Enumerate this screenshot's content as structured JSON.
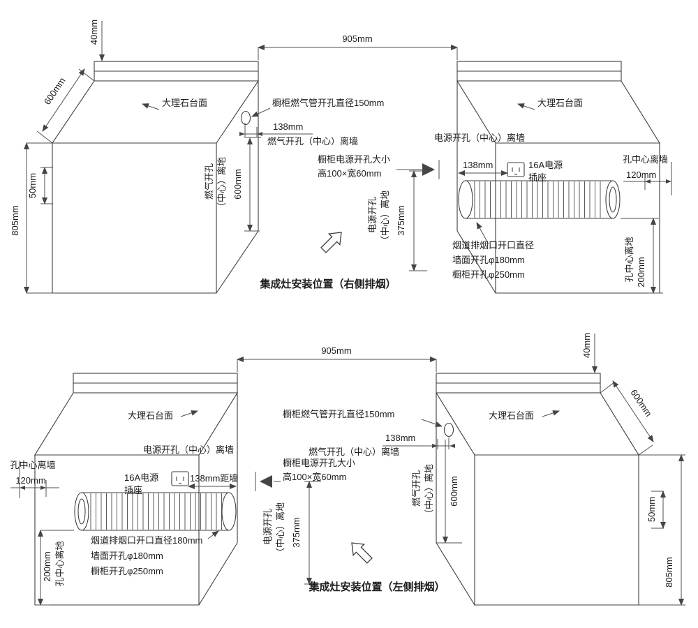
{
  "top_diagram": {
    "caption": "集成灶安装位置（右侧排烟）",
    "gap": "905mm",
    "counter_thickness": "40mm",
    "counter_depth": "600mm",
    "counter_height": "805mm",
    "side_gap": "50mm",
    "marble_left": "大理石台面",
    "marble_right": "大理石台面",
    "gas_note": "橱柜燃气管开孔直径150mm",
    "gas_offset": "138mm",
    "gas_wall": "燃气开孔（中心）离墙",
    "gas_floor_1": "燃气开孔",
    "gas_floor_2": "（中心）离地",
    "gas_floor_value": "600mm",
    "power_wall": "电源开孔（中心）离墙",
    "power_size_1": "橱柜电源开孔大小",
    "power_size_2": "高100×宽60mm",
    "power_offset": "138mm",
    "socket_1": "16A电源",
    "socket_2": "插座",
    "power_floor_1": "电源开孔",
    "power_floor_2": "（中心）离地",
    "power_floor_value": "375mm",
    "flue_1": "烟道排烟口开口直径",
    "flue_2": "墙面开孔φ180mm",
    "flue_3": "橱柜开孔φ250mm",
    "hole_wall_label": "孔中心离墙",
    "hole_wall_value": "120mm",
    "hole_floor_label": "孔中心离地",
    "hole_floor_value": "200mm"
  },
  "bottom_diagram": {
    "caption": "集成灶安装位置（左侧排烟）",
    "gap": "905mm",
    "counter_thickness": "40mm",
    "counter_depth": "600mm",
    "counter_height": "805mm",
    "side_gap": "50mm",
    "marble_left": "大理石台面",
    "marble_right": "大理石台面",
    "gas_note": "橱柜燃气管开孔直径150mm",
    "gas_offset": "138mm",
    "gas_wall": "燃气开孔（中心）离墙",
    "gas_floor_1": "燃气开孔",
    "gas_floor_2": "（中心）离地",
    "gas_floor_value": "600mm",
    "power_wall": "电源开孔（中心）离墙",
    "power_size_1": "橱柜电源开孔大小",
    "power_size_2": "高100×宽60mm",
    "power_offset": "138mm距墙",
    "socket_1": "16A电源",
    "socket_2": "插座",
    "power_floor_1": "电源开孔",
    "power_floor_2": "（中心）离地",
    "power_floor_value": "375mm",
    "flue_1": "烟道排烟口开口直径180mm",
    "flue_2": "墙面开孔φ180mm",
    "flue_3": "橱柜开孔φ250mm",
    "hole_wall_label": "孔中心离墙",
    "hole_wall_value": "120mm",
    "hole_floor_label": "孔中心离地",
    "hole_floor_value": "200mm"
  }
}
